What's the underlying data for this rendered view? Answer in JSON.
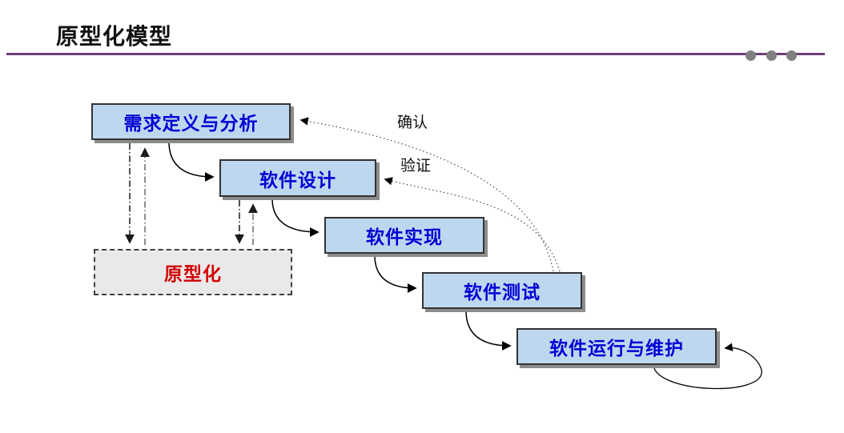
{
  "slide": {
    "title": "原型化模型"
  },
  "diagram": {
    "boxes": [
      {
        "id": "requirements",
        "label": "需求定义与分析"
      },
      {
        "id": "design",
        "label": "软件设计"
      },
      {
        "id": "implement",
        "label": "软件实现"
      },
      {
        "id": "testing",
        "label": "软件测试"
      },
      {
        "id": "operation",
        "label": "软件运行与维护"
      },
      {
        "id": "prototype",
        "label": "原型化"
      }
    ],
    "annotations": [
      {
        "id": "confirm",
        "text": "确认"
      },
      {
        "id": "verify",
        "text": "验证"
      }
    ],
    "arrows": [
      {
        "from": "requirements",
        "to": "design",
        "style": "solid-curve"
      },
      {
        "from": "design",
        "to": "implement",
        "style": "solid-curve"
      },
      {
        "from": "implement",
        "to": "testing",
        "style": "solid-curve"
      },
      {
        "from": "testing",
        "to": "operation",
        "style": "solid-curve"
      },
      {
        "from": "operation",
        "to": "operation",
        "style": "solid-self-loop"
      },
      {
        "from": "testing",
        "to": "requirements",
        "style": "dotted-curve",
        "label": "确认"
      },
      {
        "from": "testing",
        "to": "design",
        "style": "dotted-curve",
        "label": "验证"
      },
      {
        "from": "requirements",
        "to": "prototype",
        "style": "dashdot-vertical"
      },
      {
        "from": "prototype",
        "to": "requirements",
        "style": "dashdot-vertical"
      },
      {
        "from": "design",
        "to": "prototype",
        "style": "dashdot-vertical"
      },
      {
        "from": "prototype",
        "to": "design",
        "style": "dashdot-vertical"
      }
    ],
    "colors": {
      "box_fill": "#BDD7EE",
      "box_border": "#333333",
      "box_text": "#0000D4",
      "box_shadow": "#8C8C8C",
      "prototype_fill": "#E9E9E9",
      "prototype_text": "#D40000",
      "accent_line": "#6E3F75",
      "accent_dots": "#808080",
      "arrow": "#000000"
    }
  }
}
